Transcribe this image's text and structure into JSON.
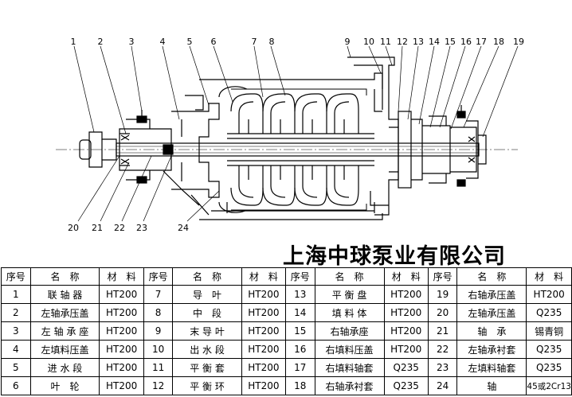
{
  "callouts_top": [
    "1",
    "2",
    "3",
    "4",
    "5",
    "6",
    "7",
    "8",
    "9",
    "10",
    "11",
    "12",
    "13",
    "14",
    "15",
    "16",
    "17",
    "18",
    "19"
  ],
  "callouts_bottom": [
    "20",
    "21",
    "22",
    "23",
    "24"
  ],
  "company_name": "上海中球泵业有限公司",
  "table": {
    "headers": [
      "序号",
      "名　称",
      "材　料",
      "序号",
      "名　称",
      "材　料",
      "序号",
      "名　称",
      "材　料",
      "序号",
      "名　称",
      "材　料"
    ],
    "rows": [
      [
        "1",
        "联 轴 器",
        "HT200",
        "7",
        "导　叶",
        "HT200",
        "13",
        "平 衡 盘",
        "HT200",
        "19",
        "右轴承压盖",
        "HT200"
      ],
      [
        "2",
        "左轴承压盖",
        "HT200",
        "8",
        "中　段",
        "HT200",
        "14",
        "填 料 体",
        "HT200",
        "20",
        "左轴承压盖",
        "Q235"
      ],
      [
        "3",
        "左 轴 承 座",
        "HT200",
        "9",
        "末 导 叶",
        "HT200",
        "15",
        "右轴承座",
        "HT200",
        "21",
        "轴　承",
        "锡青铜"
      ],
      [
        "4",
        "左填料压盖",
        "HT200",
        "10",
        "出 水 段",
        "HT200",
        "16",
        "右填料压盖",
        "HT200",
        "22",
        "左轴承衬套",
        "Q235"
      ],
      [
        "5",
        "进 水 段",
        "HT200",
        "11",
        "平 衡 套",
        "HT200",
        "17",
        "右填料轴套",
        "Q235",
        "23",
        "左填料轴套",
        "Q235"
      ],
      [
        "6",
        "叶　轮",
        "HT200",
        "12",
        "平 衡 环",
        "HT200",
        "18",
        "右轴承衬套",
        "Q235",
        "24",
        "轴",
        "45或2Cr13"
      ]
    ]
  }
}
